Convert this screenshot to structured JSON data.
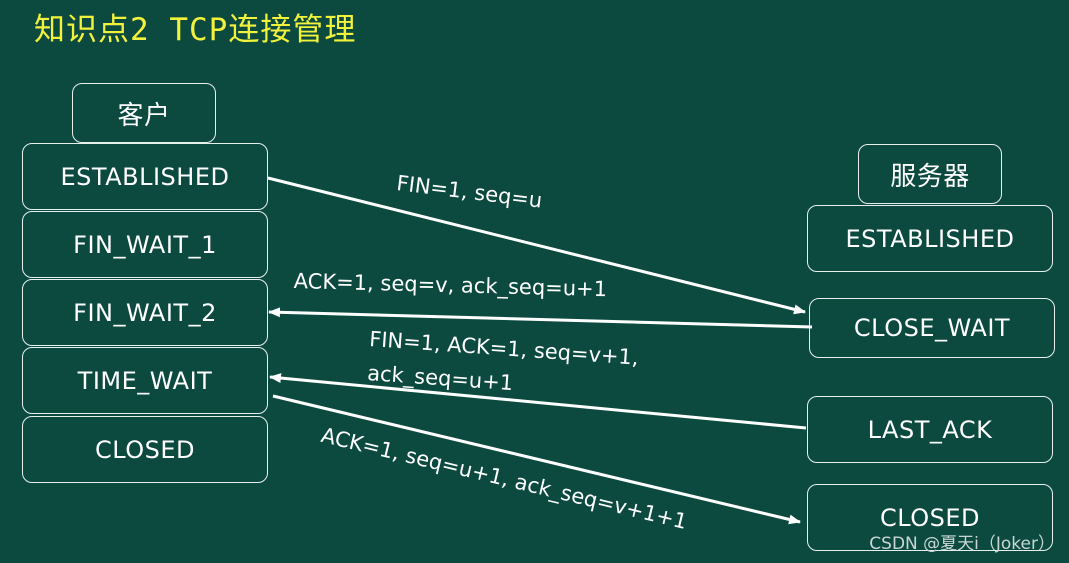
{
  "title": "知识点2 TCP连接管理",
  "client": {
    "header": "客户",
    "states": [
      "ESTABLISHED",
      "FIN_WAIT_1",
      "FIN_WAIT_2",
      "TIME_WAIT",
      "CLOSED"
    ]
  },
  "server": {
    "header": "服务器",
    "states": [
      "ESTABLISHED",
      "CLOSE_WAIT",
      "LAST_ACK",
      "CLOSED"
    ]
  },
  "messages": [
    {
      "lines": [
        "FIN=1, seq=u"
      ],
      "direction": "client-to-server"
    },
    {
      "lines": [
        "ACK=1, seq=v, ack_seq=u+1"
      ],
      "direction": "server-to-client"
    },
    {
      "lines": [
        "FIN=1, ACK=1, seq=v+1,",
        "ack_seq=u+1"
      ],
      "direction": "server-to-client"
    },
    {
      "lines": [
        "ACK=1, seq=u+1, ack_seq=v+1+1"
      ],
      "direction": "client-to-server"
    }
  ],
  "watermark": "CSDN @夏天i（Joker）",
  "colors": {
    "background": "#0c4a40",
    "title": "#f2f23c",
    "text": "#ffffff"
  }
}
